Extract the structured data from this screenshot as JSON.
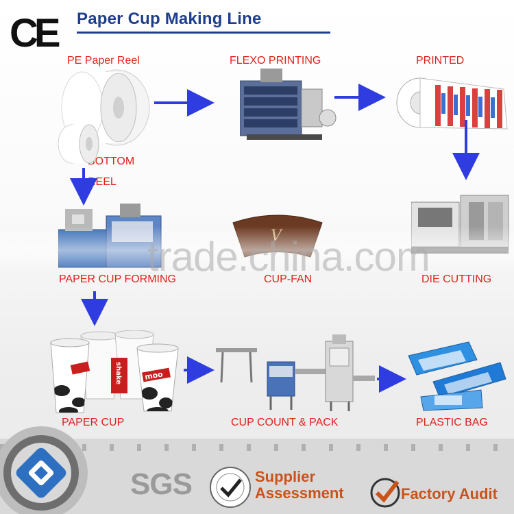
{
  "header": {
    "title": "Paper Cup Making Line",
    "ce_mark": "CE"
  },
  "steps": {
    "pe_paper_reel": "PE Paper Reel",
    "flexo_printing": "FLEXO PRINTING",
    "printed": "PRINTED",
    "bottom": "BOTTOM",
    "reel": "REEL",
    "paper_cup_forming": "PAPER CUP FORMING",
    "cup_fan": "CUP-FAN",
    "die_cutting": "DIE CUTTING",
    "paper_cup": "PAPER CUP",
    "cup_count_pack": "CUP COUNT & PACK",
    "plastic_bag": "PLASTIC BAG"
  },
  "cup_print": {
    "brand_word": "moo",
    "brand_word_2": "shake"
  },
  "watermark": "trade.china.com",
  "footer": {
    "sgs": "SGS",
    "supplier_line1": "Supplier",
    "supplier_line2": "Assessment",
    "factory_audit": "Factory Audit"
  },
  "colors": {
    "title": "#1e3f8c",
    "label": "#e0201b",
    "arrow": "#2f3de0",
    "badge": "#c9531b"
  }
}
